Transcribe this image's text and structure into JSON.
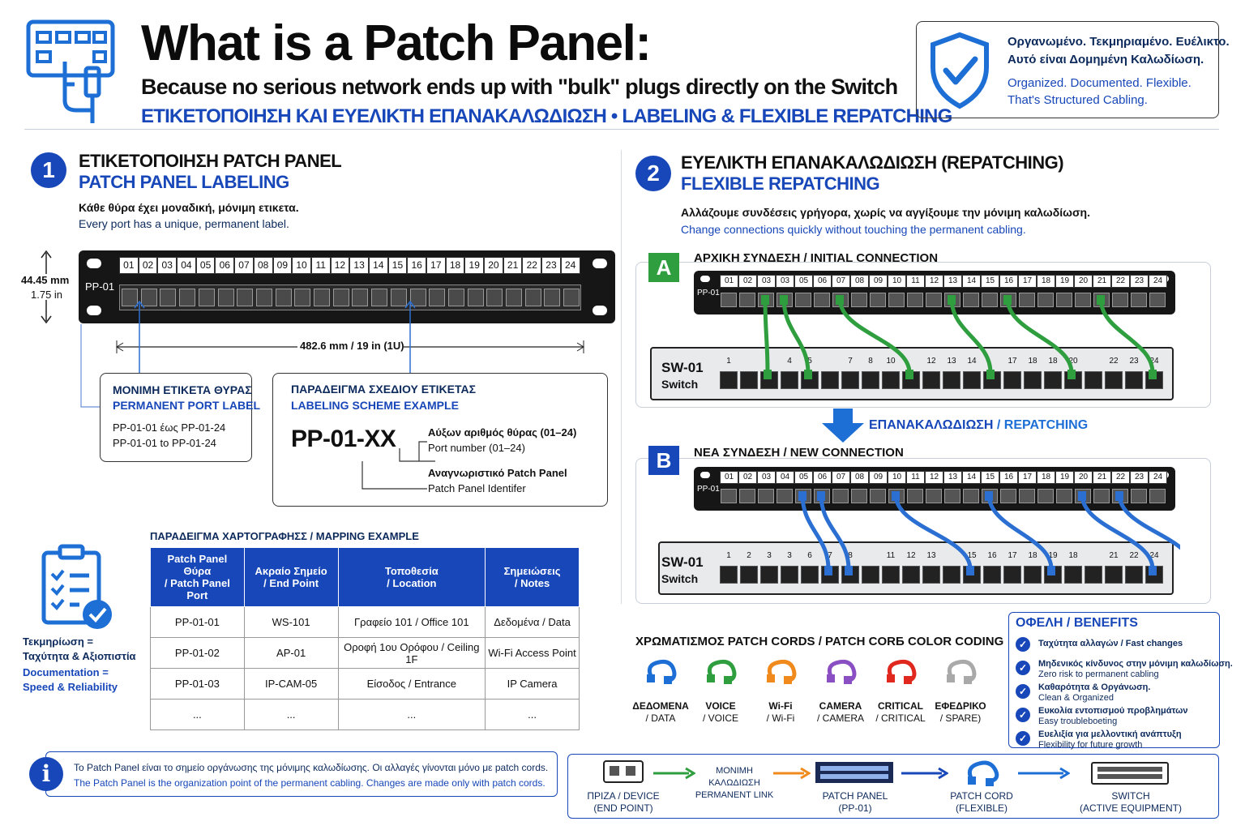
{
  "header": {
    "title": "What is a Patch Panel:",
    "subtitle": "Because no serious network ends up with \"bulk\" plugs directly on the Switch",
    "tagline": "ΕΤΙΚΕΤΟΠΟΙΗΣΗ ΚΑΙ ΕΥΕΛΙΚΤΗ ΕΠΑΝΑΚΑΛΩΔΙΩΣΗ • LABELING & FLEXIBLE REPATCHING",
    "badge_gr_1": "Οργανωμένο. Τεκμηριαμένο. Ευέλικτο.",
    "badge_gr_2": "Αυτό είναι Δομημένη Καλωδίωση.",
    "badge_en_1": "Organized. Documented. Flexible.",
    "badge_en_2": "That's Structured Cabling."
  },
  "section1": {
    "number": "1",
    "title_gr": "ΕΤΙΚΕΤΟΠΟΙΗΣΗ PATCH PANEL",
    "title_en": "PATCH PANEL LABELING",
    "desc_gr": "Κάθε θύρα έχει μοναδική, μόνιμη ετικετα.",
    "desc_en": "Every port has a unique, permanent label.",
    "height_mm": "44.45 mm",
    "height_in": "1.75 in",
    "panel_id": "PP-01",
    "width_label": "482.6 mm / 19 in (1U)",
    "ports": [
      "01",
      "02",
      "03",
      "04",
      "05",
      "06",
      "07",
      "08",
      "09",
      "10",
      "11",
      "12",
      "13",
      "14",
      "15",
      "16",
      "17",
      "18",
      "19",
      "20",
      "21",
      "22",
      "23",
      "24"
    ],
    "perm_title_gr": "ΜΟΝΙΜΗ ΕΤΙΚΕΤΑ ΘΥΡΑΣ",
    "perm_title_en": "PERMANENT PORT LABEL",
    "perm_line1": "PP-01-01 έως PP-01-24",
    "perm_line2": "PP-01-01 to PP-01-24",
    "scheme_title_gr": "ΠΑΡΑΔΕΙΓΜΑ ΣΧΕΔΙΟΥ ΕΤΙΚΕΤΑΣ",
    "scheme_title_en": "LABELING SCHEME EXAMPLE",
    "scheme_code": "PP-01-XX",
    "scheme_port_gr": "Αύξων αριθμός θύρας (01–24)",
    "scheme_port_en": "Port number (01–24)",
    "scheme_id_gr": "Αναγνωριστικό Patch Panel",
    "scheme_id_en": "Patch Panel Identifer"
  },
  "mapping": {
    "title": "ΠΑΡΑΔΕΙΓΜΑ ΧΑΡΤΟΓΡΑΦΗΣΣ / MAPPING EXAMPLE",
    "headers": [
      [
        "Patch Panel Θύρα",
        "/ Patch Panel Port"
      ],
      [
        "Ακραίο Σημείο",
        "/ End Point"
      ],
      [
        "Τοποθεσία",
        "/ Location"
      ],
      [
        "Σημειώσεις",
        "/ Notes"
      ]
    ],
    "rows": [
      [
        "PP-01-01",
        "WS-101",
        "Γραφείο 101 / Office 101",
        "Δεδομένα / Data"
      ],
      [
        "PP-01-02",
        "AP-01",
        "Οροφή 1ου Ορόφου / Ceiling 1F",
        "Wi-Fi Access Point"
      ],
      [
        "PP-01-03",
        "IP-CAM-05",
        "Είσοδος / Entrance",
        "IP Camera"
      ],
      [
        "...",
        "...",
        "...",
        "..."
      ]
    ]
  },
  "documentation": {
    "line1": "Τεκμηρίωση =",
    "line2": "Ταχύτητα & Αξιοπιστία",
    "line3": "Documentation =",
    "line4": "Speed & Reliability"
  },
  "section2": {
    "number": "2",
    "title_gr": "ΕΥΕΛΙΚΤΗ ΕΠΑΝΑΚΑΛΩΔΙΩΣΗ (REPATCHING)",
    "title_en": "FLEXIBLE REPATCHING",
    "desc_gr": "Αλλάζουμε συνδέσεις γρήγορα, χωρίς να αγγίξουμε την μόνιμη καλωδίωση.",
    "desc_en": "Change connections quickly without touching the permanent cabling.",
    "a_badge": "A",
    "a_title": "ΑΡΧΙΚΗ ΣΥΝΔΕΣΗ / INITIAL CONNECTION",
    "b_badge": "B",
    "b_title": "ΝΕΑ ΣΥΝΔΕΣΗ / NEW CONNECTION",
    "repatch_gr": "ΕΠΑΝΑΚΑΛΩΔΙΩΣΗ",
    "repatch_en": " / REPATCHING",
    "switch_id": "SW-01",
    "switch_label": "Switch",
    "panel_id": "PP-01",
    "a_panel_ports": [
      "01",
      "02",
      "03",
      "03",
      "05",
      "06",
      "07",
      "08",
      "09",
      "10",
      "11",
      "12",
      "13",
      "14",
      "15",
      "16",
      "17",
      "18",
      "19",
      "20",
      "21",
      "22",
      "23",
      "24"
    ],
    "a_switch_ports": [
      "1",
      "",
      "",
      "4",
      "5",
      "",
      "7",
      "8",
      "10",
      "",
      "12",
      "13",
      "14",
      "",
      "17",
      "18",
      "18",
      "20",
      "",
      "22",
      "23",
      "24"
    ],
    "b_panel_ports": [
      "01",
      "02",
      "03",
      "04",
      "05",
      "06",
      "07",
      "08",
      "09",
      "10",
      "11",
      "12",
      "13",
      "14",
      "15",
      "16",
      "17",
      "18",
      "19",
      "20",
      "21",
      "22",
      "23",
      "24"
    ],
    "b_switch_ports": [
      "1",
      "2",
      "3",
      "3",
      "6",
      "7",
      "8",
      "",
      "11",
      "12",
      "13",
      "",
      "15",
      "16",
      "17",
      "18",
      "19",
      "18",
      "",
      "21",
      "22",
      "24"
    ],
    "a_links": [
      [
        2,
        2
      ],
      [
        3,
        4
      ],
      [
        6,
        9
      ],
      [
        12,
        13
      ],
      [
        15,
        17
      ],
      [
        20,
        21
      ]
    ],
    "b_links": [
      [
        4,
        5
      ],
      [
        5,
        6
      ],
      [
        9,
        12
      ],
      [
        14,
        16
      ],
      [
        19,
        21
      ],
      [
        21,
        23
      ]
    ],
    "green": "#2e9e3f",
    "blue": "#2a6fd1"
  },
  "color_coding": {
    "title": "ΧΡΩΜΑΤΙΣΜΟΣ PATCH CORDS / PATCH CORБ COLOR CODING",
    "items": [
      {
        "gr": "ΔΕΔΟΜΕΝΑ",
        "en": "/ DATA",
        "color": "#1d6fd6"
      },
      {
        "gr": "VOICE",
        "en": "/ VOICE",
        "color": "#2e9e3f"
      },
      {
        "gr": "Wi-Fi",
        "en": "/ Wi-Fi",
        "color": "#f08a1c"
      },
      {
        "gr": "CAMERA",
        "en": "/ CAMERA",
        "color": "#8a4fc2"
      },
      {
        "gr": "CRITICAL",
        "en": "/ CRITICAL",
        "color": "#e0281e"
      },
      {
        "gr": "ΕΦΕΔΡΙΚΟ",
        "en": "/ SPARE)",
        "color": "#a9a9a9"
      }
    ]
  },
  "benefits": {
    "title": "ΟΦΕΛΗ / BENEFITS",
    "items": [
      {
        "gr": "Ταχύτητα αλλαγών / Fast changes",
        "en": ""
      },
      {
        "gr": "Μηδενικός κίνδυνος στην μόνιμη καλωδίωση.",
        "en": "Zero risk to permanent cabling"
      },
      {
        "gr": "Καθαρότητα & Οργάνωση.",
        "en": "Clean & Organized"
      },
      {
        "gr": "Ευκολία εντοπισμού προβλημάτων",
        "en": "Easy troubleboeting"
      },
      {
        "gr": "Ευελιξία για μελλοντική ανάπτυξη",
        "en": "Flexibility for future growth"
      }
    ]
  },
  "info": {
    "gr": "Το Patch Panel είναι το σημείο οργάνωσης της μόνιμης καλωδίωσης. Οι αλλαγές γίνονται μόνο με patch cords.",
    "en": "The Patch Panel is the organization point of the permanent cabling. Changes are made only with patch cords."
  },
  "flow": {
    "device_1": "ΠΡΙΖΑ / DEVICE",
    "device_2": "(END POINT)",
    "link_1": "ΜΟΝΙΜΗ ΚΑΛΩΔΙΩΣΗ",
    "link_2": "PERMANENT LINK",
    "panel_1": "PATCH PANEL",
    "panel_2": "(PP-01)",
    "cord_1": "PATCH CORD",
    "cord_2": "(FLEXIBLE)",
    "switch_1": "SWITCH",
    "switch_2": "(ACTIVE EQUIPMENT)"
  }
}
